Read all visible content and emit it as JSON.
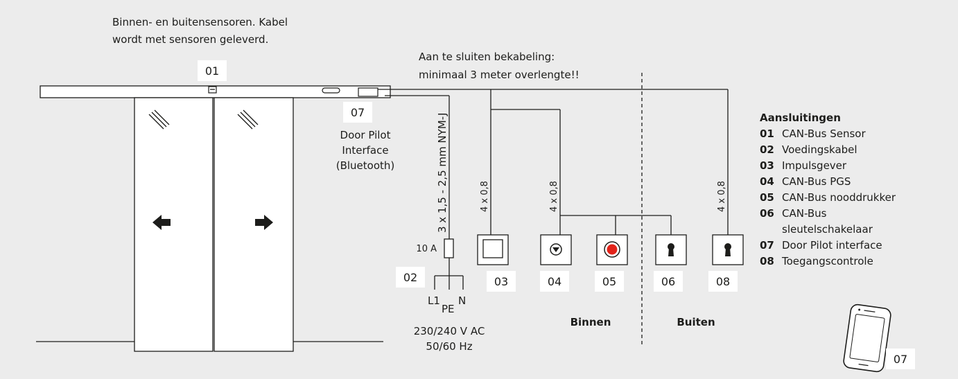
{
  "notes": {
    "sensor_line1": "Binnen- en buitensensoren. Kabel",
    "sensor_line2": "wordt met sensoren geleverd.",
    "cable_line1": "Aan te sluiten bekabeling:",
    "cable_line2": "minimaal 3 meter overlengte!!"
  },
  "badges": {
    "b01": "01",
    "b07": "07",
    "b02": "02",
    "b03": "03",
    "b04": "04",
    "b05": "05",
    "b06": "06",
    "b08": "08",
    "b07_phone": "07"
  },
  "pilot": {
    "line1": "Door Pilot",
    "line2": "Interface",
    "line3": "(Bluetooth)"
  },
  "power": {
    "cable_spec": "3 x 1,5 - 2,5 mm NYM-J",
    "fuse": "10 A",
    "l1": "L1",
    "pe": "PE",
    "n": "N",
    "voltage": "230/240 V AC",
    "frequency": "50/60 Hz"
  },
  "cables": {
    "c03": "4 x 0,8",
    "c04": "4 x 0,8",
    "c08": "4 x 0,8"
  },
  "zones": {
    "inside": "Binnen",
    "outside": "Buiten"
  },
  "legend": {
    "title": "Aansluitingen",
    "items": [
      {
        "num": "01",
        "label": "CAN-Bus Sensor"
      },
      {
        "num": "02",
        "label": "Voedingskabel"
      },
      {
        "num": "03",
        "label": "Impulsgever"
      },
      {
        "num": "04",
        "label": "CAN-Bus PGS"
      },
      {
        "num": "05",
        "label": "CAN-Bus nooddrukker"
      },
      {
        "num": "06",
        "label": "CAN-Bus",
        "label2": "sleutelschakelaar"
      },
      {
        "num": "07",
        "label": "Door Pilot interface"
      },
      {
        "num": "08",
        "label": "Toegangscontrole"
      }
    ]
  },
  "colors": {
    "background": "#ececec",
    "line": "#1d1d1b",
    "emergency_button": "#e2231a"
  }
}
